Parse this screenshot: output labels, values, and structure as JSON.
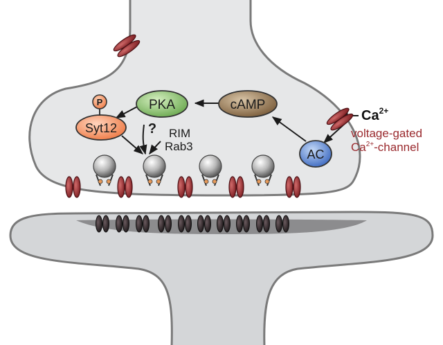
{
  "diagram": {
    "nodes": {
      "pka": "PKA",
      "camp": "cAMP",
      "syt12": "Syt12",
      "ac": "AC",
      "phospho": "P"
    },
    "labels": {
      "unknown": "?",
      "rim": "RIM",
      "rab3": "Rab3",
      "calcium": "Ca",
      "calcium_charge": "2+",
      "channel_line1": "voltage-gated",
      "channel_line2_ca": "Ca",
      "channel_line2_charge": "2+",
      "channel_line2_rest": "-channel"
    },
    "colors": {
      "pka": "#86c06a",
      "camp": "#8a6f4e",
      "syt12": "#f08a5d",
      "ac": "#4a78c6",
      "channel": "#9a2a2e",
      "receptor": "#2a2326",
      "cell": "#e6e7e8",
      "outline": "#777777"
    }
  }
}
